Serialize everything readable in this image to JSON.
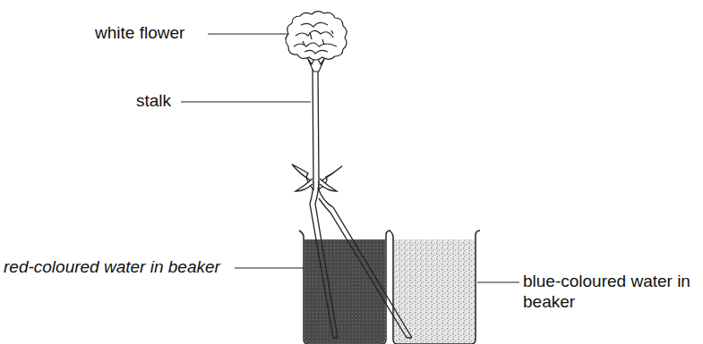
{
  "diagram": {
    "labels": [
      "white flower",
      "stalk",
      "red-coloured water in beaker",
      "blue-coloured water in beaker"
    ]
  }
}
